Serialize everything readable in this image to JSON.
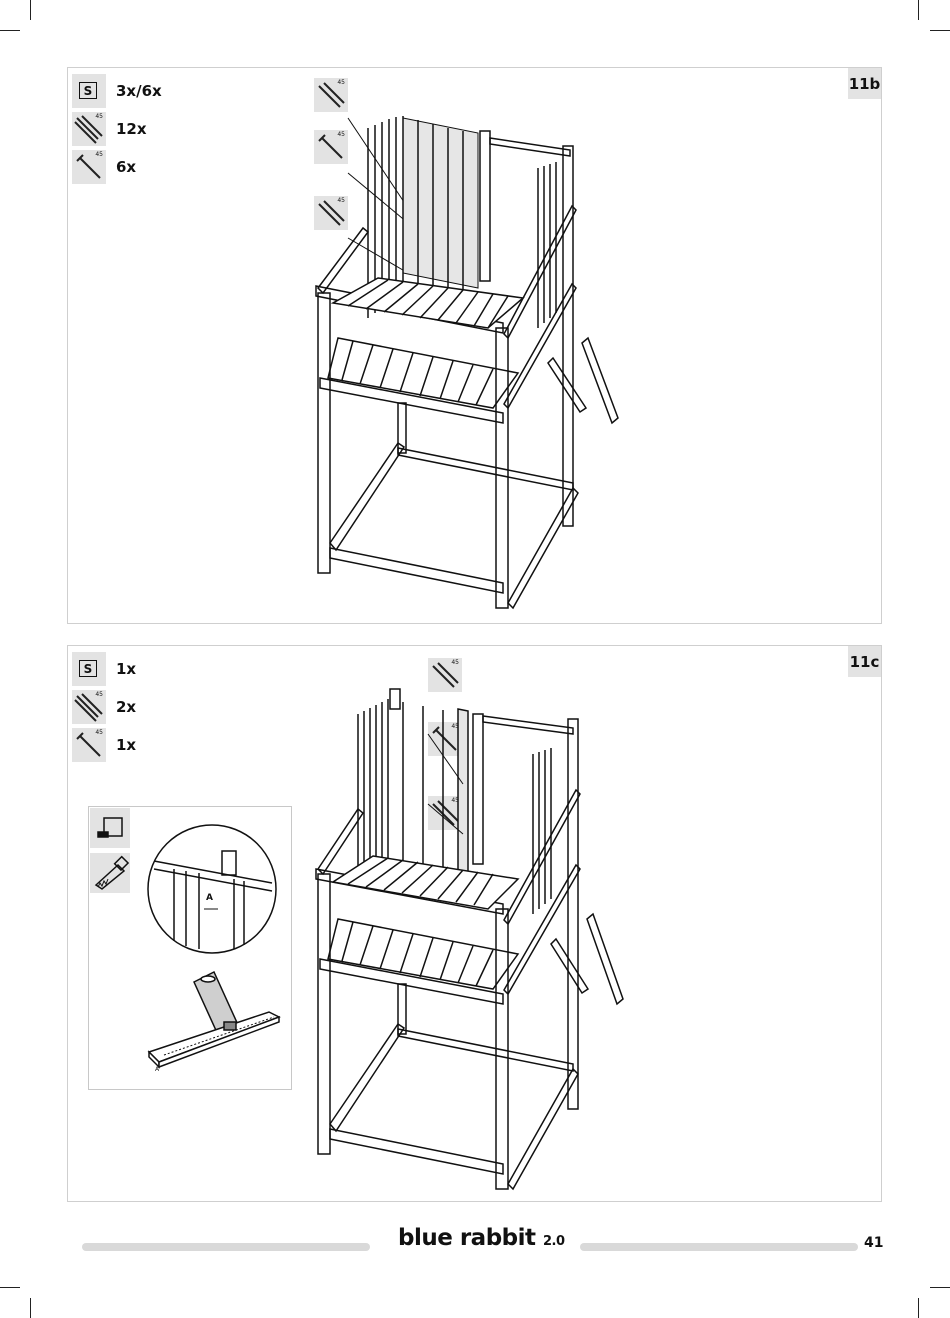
{
  "steps": [
    {
      "label": "11b",
      "parts": [
        {
          "icon": "s-bag-icon",
          "qty": "3x/6x"
        },
        {
          "icon": "screw-pair-icon",
          "number": "45",
          "qty": "12x"
        },
        {
          "icon": "screw-icon",
          "number": "45",
          "qty": "6x"
        }
      ],
      "callouts": [
        "45",
        "45",
        "45"
      ]
    },
    {
      "label": "11c",
      "parts": [
        {
          "icon": "s-bag-icon",
          "qty": "1x"
        },
        {
          "icon": "screw-pair-icon",
          "number": "45",
          "qty": "2x"
        },
        {
          "icon": "screw-icon",
          "number": "45",
          "qty": "1x"
        }
      ],
      "callouts": [
        "45",
        "45",
        "45"
      ],
      "detail": {
        "dimension_label": "A",
        "tools": [
          "square-ruler-icon",
          "saw-icon"
        ]
      }
    }
  ],
  "footer": {
    "brand": "blue rabbit",
    "brand_version": "2.0",
    "page_number": "41"
  }
}
